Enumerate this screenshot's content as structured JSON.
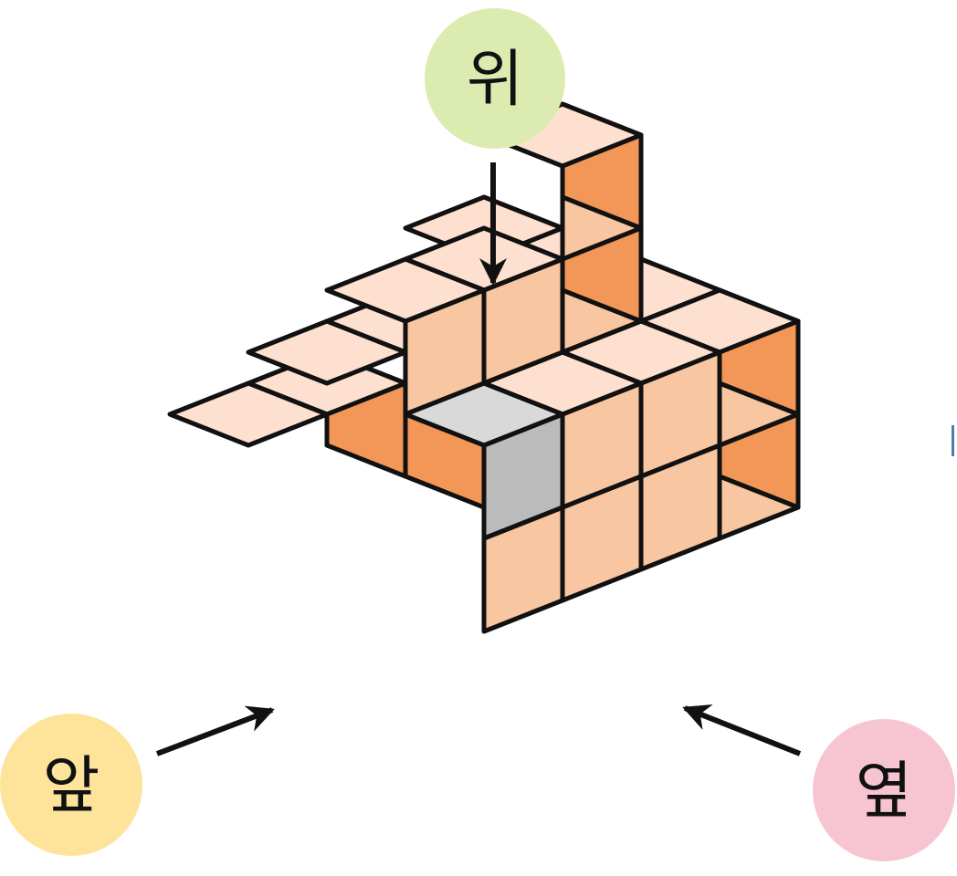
{
  "labels": {
    "top": "위",
    "front": "앞",
    "side": "옆"
  },
  "colors": {
    "cube_top": "#fde0cf",
    "cube_left": "#f8c6a0",
    "cube_right": "#f29758",
    "gray_top": "#d9d9d9",
    "gray_left": "#bbbbbb",
    "gray_right": "#7a7a7a",
    "top_circle": "#dcebb0",
    "front_circle": "#fde49a",
    "side_circle": "#f7c4d2",
    "stroke": "#111111"
  },
  "structure": {
    "layers": [
      {
        "level": 1,
        "cubes": [
          {
            "row": 1,
            "col": 1
          },
          {
            "row": 2,
            "col": 1
          },
          {
            "row": 3,
            "col": 1
          },
          {
            "row": 4,
            "col": 1
          },
          {
            "row": 1,
            "col": 2
          },
          {
            "row": 2,
            "col": 2
          },
          {
            "row": 3,
            "col": 2
          },
          {
            "row": 4,
            "col": 2
          },
          {
            "row": 3,
            "col": 3
          },
          {
            "row": 4,
            "col": 3
          },
          {
            "row": 1,
            "col": 4
          },
          {
            "row": 2,
            "col": 4
          },
          {
            "row": 3,
            "col": 4
          },
          {
            "row": 4,
            "col": 4
          }
        ]
      },
      {
        "level": 2,
        "cubes": [
          {
            "row": 2,
            "col": 1
          },
          {
            "row": 3,
            "col": 1,
            "gray": true
          },
          {
            "row": 4,
            "col": 1,
            "gray": true
          },
          {
            "row": 2,
            "col": 2
          },
          {
            "row": 3,
            "col": 2
          },
          {
            "row": 4,
            "col": 2
          },
          {
            "row": 2,
            "col": 3
          },
          {
            "row": 3,
            "col": 3
          },
          {
            "row": 4,
            "col": 3
          },
          {
            "row": 1,
            "col": 4
          },
          {
            "row": 2,
            "col": 4
          },
          {
            "row": 3,
            "col": 4
          },
          {
            "row": 4,
            "col": 4
          }
        ]
      },
      {
        "level": 3,
        "cubes": [
          {
            "row": 3,
            "col": 1
          },
          {
            "row": 3,
            "col": 2
          },
          {
            "row": 3,
            "col": 3
          }
        ]
      },
      {
        "level": 4,
        "cubes": [
          {
            "row": 3,
            "col": 3
          }
        ]
      }
    ]
  }
}
